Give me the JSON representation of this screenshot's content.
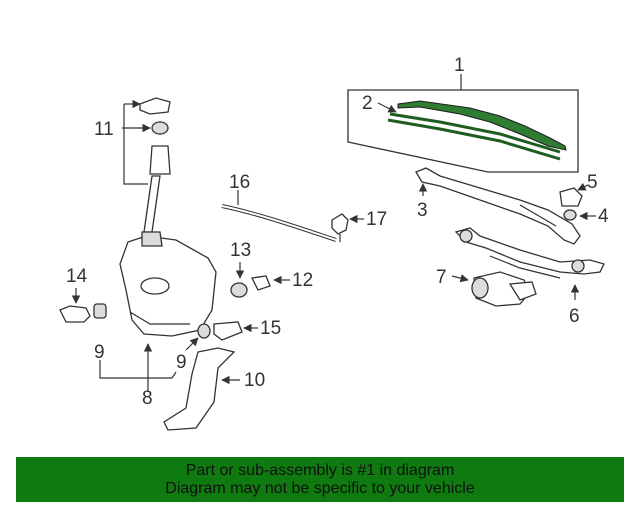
{
  "diagram": {
    "callouts": {
      "c1": "1",
      "c2": "2",
      "c3": "3",
      "c4": "4",
      "c5": "5",
      "c6": "6",
      "c7": "7",
      "c8": "8",
      "c9a": "9",
      "c9b": "9",
      "c10": "10",
      "c11": "11",
      "c12": "12",
      "c13": "13",
      "c14": "14",
      "c15": "15",
      "c16": "16",
      "c17": "17"
    },
    "highlight_color": "#2e7d32"
  },
  "banner": {
    "line1": "Part or sub-assembly is #1 in diagram",
    "line2": "Diagram may not be specific to your vehicle",
    "background": "#0f7a0f"
  }
}
